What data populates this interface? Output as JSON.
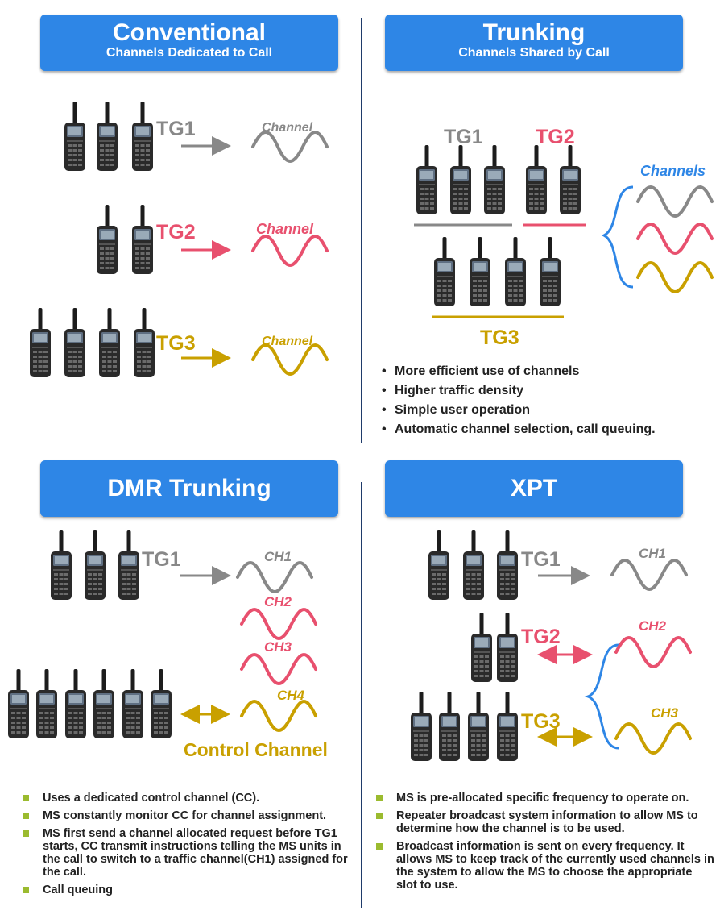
{
  "panels": {
    "conventional": {
      "title": "Conventional",
      "subtitle": "Channels Dedicated to Call",
      "groups": [
        {
          "label": "TG1",
          "channel": "Channel",
          "color": "#888888"
        },
        {
          "label": "TG2",
          "channel": "Channel",
          "color": "#e8506e"
        },
        {
          "label": "TG3",
          "channel": "Channel",
          "color": "#c9a000"
        }
      ]
    },
    "trunking": {
      "title": "Trunking",
      "subtitle": "Channels Shared by Call",
      "groups": [
        "TG1",
        "TG2",
        "TG3"
      ],
      "channels_label": "Channels",
      "bullets": [
        "More efficient use of channels",
        "Higher traffic density",
        "Simple user operation",
        "Automatic channel selection, call queuing."
      ]
    },
    "dmr": {
      "title": "DMR Trunking",
      "group": "TG1",
      "channels": [
        "CH1",
        "CH2",
        "CH3",
        "CH4"
      ],
      "control_label": "Control Channel",
      "bullets": [
        "Uses a dedicated control channel (CC).",
        "MS constantly monitor CC for channel assignment.",
        "MS first send a channel allocated request before TG1 starts, CC transmit instructions telling the MS units in the call to switch to a traffic channel(CH1) assigned for the call.",
        "Call queuing"
      ]
    },
    "xpt": {
      "title": "XPT",
      "groups": [
        "TG1",
        "TG2",
        "TG3"
      ],
      "channels": [
        "CH1",
        "CH2",
        "CH3"
      ],
      "bullets": [
        "MS is pre-allocated specific frequency to operate on.",
        "Repeater broadcast system information to allow MS to determine how the channel is to be used.",
        "Broadcast information is sent on every frequency. It allows MS to keep track of the currently used channels in the system to allow the MS to choose the appropriate slot to use."
      ]
    }
  },
  "colors": {
    "header_blue": "#2e86e6",
    "gray": "#888888",
    "pink": "#e8506e",
    "gold": "#c9a000",
    "brace_blue": "#2e86e6",
    "bullet_green": "#9bbb2f"
  }
}
